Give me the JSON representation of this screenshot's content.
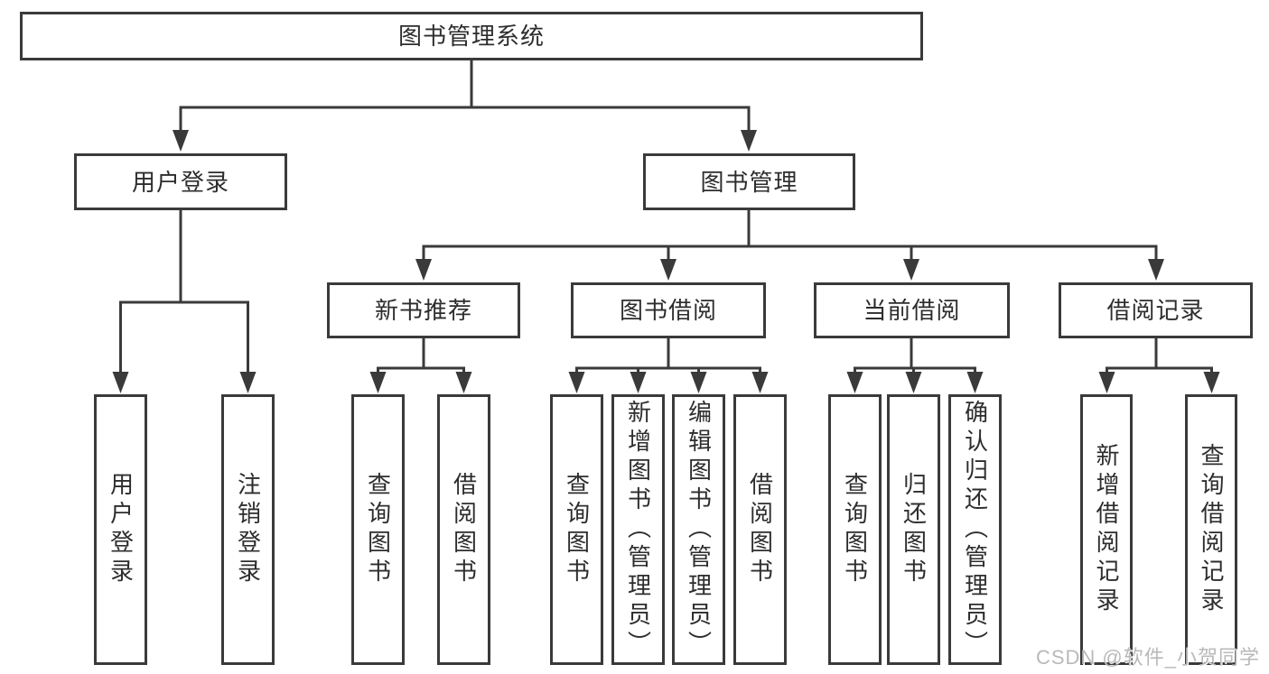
{
  "diagram": {
    "title": "图书管理系统",
    "level2": {
      "user_login": "用户登录",
      "book_management": "图书管理"
    },
    "level3": {
      "new_book_recommend": "新书推荐",
      "book_borrowing": "图书借阅",
      "current_borrowing": "当前借阅",
      "borrowing_records": "借阅记录"
    },
    "leaves": {
      "user_login": "用户登录",
      "logout": "注销登录",
      "query_books_a": "查询图书",
      "borrow_books_a": "借阅图书",
      "query_books_b": "查询图书",
      "add_book_admin": "新增图书（管理员）",
      "edit_book_admin": "编辑图书（管理员）",
      "borrow_books_b": "借阅图书",
      "query_books_c": "查询图书",
      "return_books": "归还图书",
      "confirm_return_admin": "确认归还（管理员）",
      "add_borrow_record": "新增借阅记录",
      "query_borrow_record": "查询借阅记录"
    }
  },
  "watermark": "CSDN @软件_小贺同学",
  "colors": {
    "line": "#3a3a3a",
    "text": "#2d2d2d",
    "watermark": "#b9b9b9",
    "background": "#ffffff"
  }
}
